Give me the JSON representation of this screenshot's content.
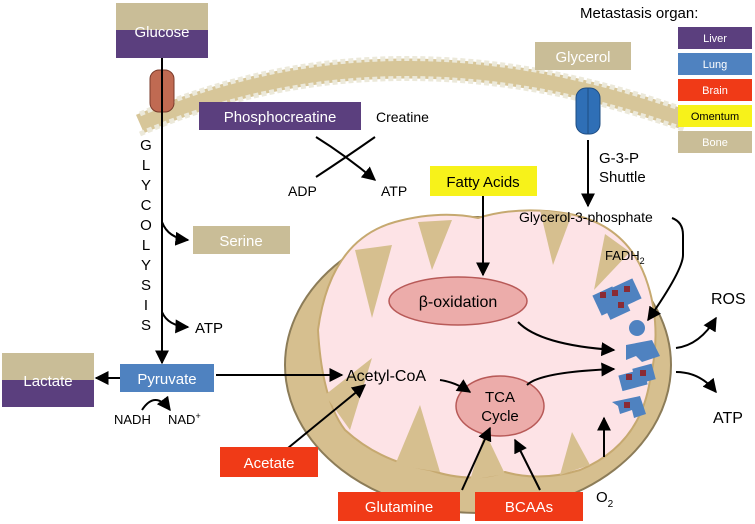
{
  "legend": {
    "title": "Metastasis organ:",
    "items": [
      {
        "label": "Liver",
        "color": "#5b3f7e",
        "text_color": "#ffffff"
      },
      {
        "label": "Lung",
        "color": "#4f82c0",
        "text_color": "#ffffff"
      },
      {
        "label": "Brain",
        "color": "#f03a17",
        "text_color": "#ffffff"
      },
      {
        "label": "Omentum",
        "color": "#f7f21a",
        "text_color": "#000000"
      },
      {
        "label": "Bone",
        "color": "#c9bd97",
        "text_color": "#ffffff"
      }
    ]
  },
  "boxes": {
    "glucose": "Glucose",
    "glycerol": "Glycerol",
    "phosphocreatine": "Phosphocreatine",
    "fatty_acids": "Fatty Acids",
    "serine": "Serine",
    "lactate": "Lactate",
    "pyruvate": "Pyruvate",
    "acetate": "Acetate",
    "glutamine": "Glutamine",
    "bcaas": "BCAAs"
  },
  "labels": {
    "glycolysis_letters": [
      "G",
      "L",
      "Y",
      "C",
      "O",
      "L",
      "Y",
      "S",
      "I",
      "S"
    ],
    "atp_glycolysis": "ATP",
    "creatine": "Creatine",
    "adp": "ADP",
    "atp_creatine": "ATP",
    "g3p_shuttle_line1": "G-3-P",
    "g3p_shuttle_line2": "Shuttle",
    "glycerol_3_phosphate": "Glycerol-3-phosphate",
    "fadh2_base": "FADH",
    "fadh2_sub": "2",
    "beta_oxidation": "β-oxidation",
    "acetyl_coa": "Acetyl-CoA",
    "tca_line1": "TCA",
    "tca_line2": "Cycle",
    "ros": "ROS",
    "atp_etc": "ATP",
    "nadh": "NADH",
    "nad_base": "NAD",
    "nad_sup": "+",
    "o2_base": "O",
    "o2_sub": "2"
  },
  "colors": {
    "membrane": "#e8dcae",
    "membrane_head": "#ece9da",
    "transporter_glucose": "#c06a52",
    "transporter_glycerol": "#2f6fb6",
    "mito_outer": "#d6bf8f",
    "mito_inner": "#fde3e6",
    "enzyme_oval": "#ecacaa",
    "etc_blue": "#4f82c0",
    "etc_red": "#8a2b35"
  }
}
